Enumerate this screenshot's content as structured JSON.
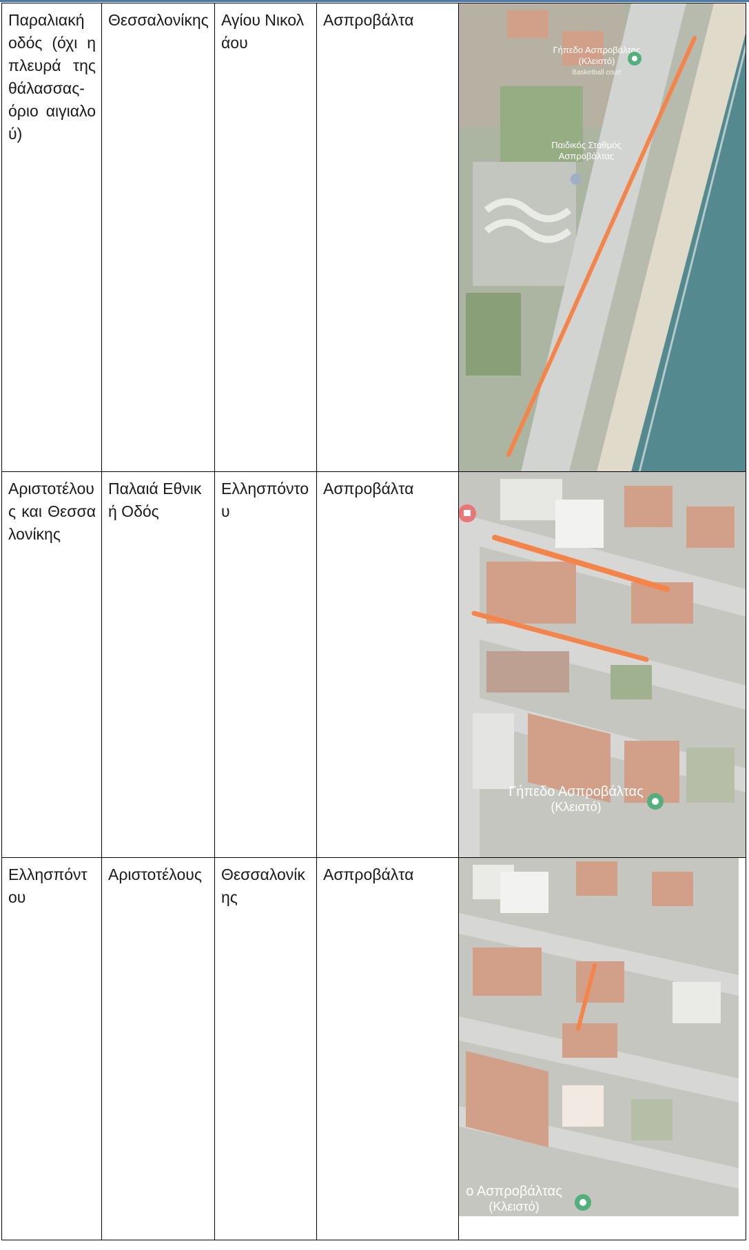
{
  "rows": [
    {
      "street": "Παραλιακή οδός (όχι η πλευρά της θάλασσας- όριο αιγιαλού)",
      "from": "Θεσσαλονίκης",
      "to": "Αγίου Νικολάου",
      "area": "Ασπροβάλτα",
      "map": {
        "poi_1": "Γήπεδο Ασπροβάλτας",
        "poi_1_sub": "(Κλειστό)",
        "poi_1_type": "Basketball court",
        "poi_2": "Παιδικός Σταθμός",
        "poi_2_sub": "Ασπροβάλτας"
      }
    },
    {
      "street": "Αριστοτέλους και Θεσσαλονίκης",
      "from": "Παλαιά Εθνική Οδός",
      "to": "Ελλησπόντου",
      "area": "Ασπροβάλτα",
      "map": {
        "poi_1": "Γήπεδο Ασπροβάλτας",
        "poi_1_sub": "(Κλειστό)"
      }
    },
    {
      "street": "Ελλησπόντου",
      "from": "Αριστοτέλους",
      "to": "Θεσσαλονίκης",
      "area": "Ασπροβάλτα",
      "map": {
        "poi_1": "ο Ασπροβάλτας",
        "poi_1_sub": "(Κλειστό)"
      }
    }
  ],
  "colors": {
    "route": "#f26a21",
    "sea": "#2f6f78",
    "sand": "#d8d2bd",
    "roof": "#c98b6e",
    "road": "#c9cbc9",
    "green": "#8fa07c",
    "pin": "#2f9e62",
    "pin_red": "#e4595c"
  }
}
